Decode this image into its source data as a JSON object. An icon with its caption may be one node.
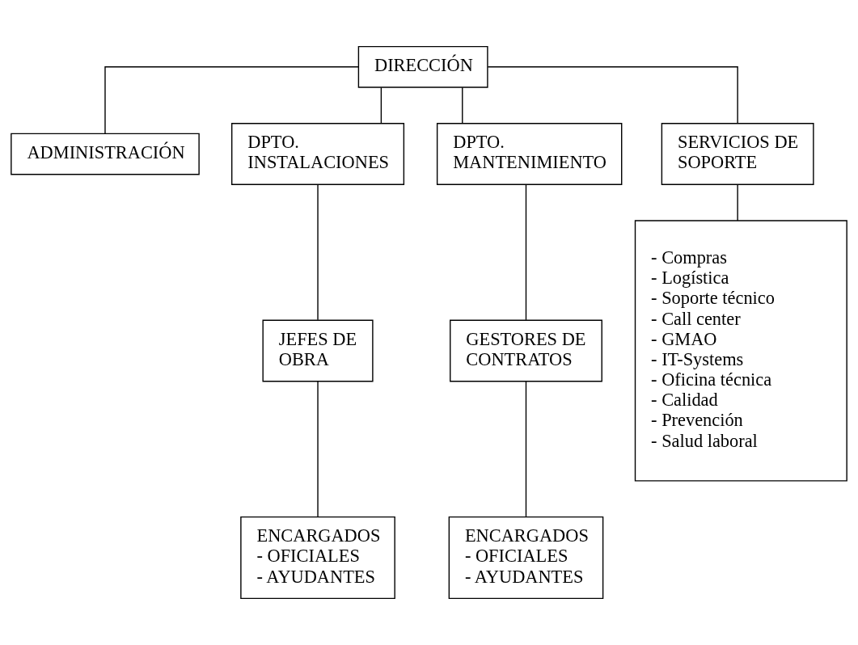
{
  "diagram": {
    "nodes": [
      {
        "text": [
          "DIRECCIÓN"
        ]
      },
      {
        "text": [
          "ADMINISTRACIÓN"
        ]
      },
      {
        "text": [
          "DPTO. INSTALACIONES"
        ]
      },
      {
        "text": [
          "DPTO. MANTENIMIENTO"
        ]
      },
      {
        "text": [
          "SERVICIOS DE SOPORTE"
        ]
      },
      {
        "text": [
          "JEFES DE OBRA"
        ]
      },
      {
        "text": [
          "GESTORES DE CONTRATOS"
        ]
      },
      {
        "text": [
          "ENCARGADOS",
          "- OFICIALES",
          "- AYUDANTES"
        ]
      },
      {
        "text": [
          "ENCARGADOS",
          "- OFICIALES",
          "- AYUDANTES"
        ]
      },
      {
        "text": [
          "- Compras",
          "- Logística",
          "- Soporte técnico",
          "- Call center",
          "- GMAO",
          "- IT-Systems",
          "- Oficina técnica",
          "- Calidad",
          "- Prevención",
          "- Salud laboral"
        ]
      }
    ],
    "edges": [
      {
        "from": 0,
        "to": 1,
        "arrow": "none"
      },
      {
        "from": 0,
        "to": 2,
        "arrow": "none"
      },
      {
        "from": 0,
        "to": 3,
        "arrow": "none"
      },
      {
        "from": 0,
        "to": 4,
        "arrow": "none"
      },
      {
        "from": 2,
        "to": 5,
        "arrow": "none"
      },
      {
        "from": 3,
        "to": 6,
        "arrow": "none"
      },
      {
        "from": 5,
        "to": 7,
        "arrow": "none"
      },
      {
        "from": 6,
        "to": 8,
        "arrow": "none"
      },
      {
        "from": 4,
        "to": 9,
        "arrow": "none"
      }
    ]
  }
}
